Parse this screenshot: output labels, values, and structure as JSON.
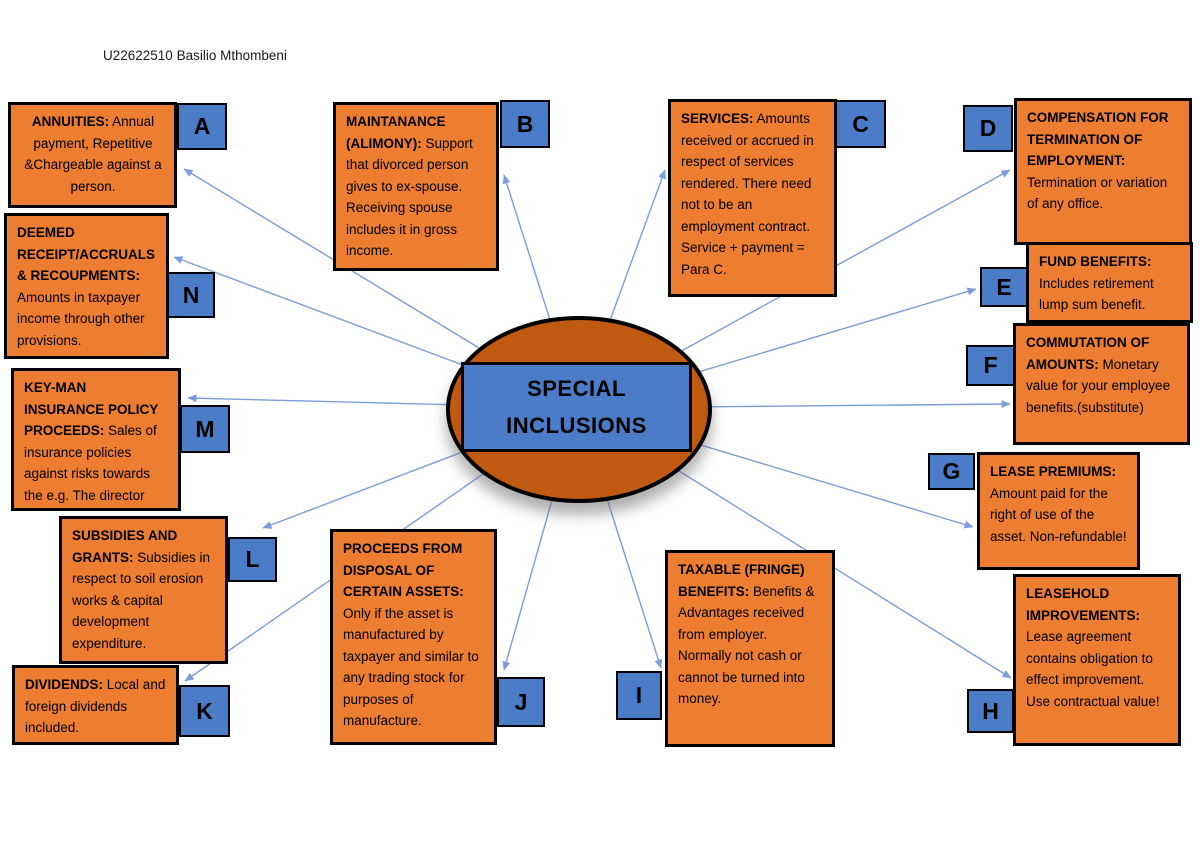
{
  "header": {
    "author": "U22622510 Basilio Mthombeni"
  },
  "center": {
    "line1": "SPECIAL",
    "line2": "INCLUSIONS"
  },
  "colors": {
    "node_orange": "#ED7D31",
    "label_blue": "#4A7CC7",
    "ellipse_orange": "#C05A11",
    "arrow_blue": "#7C9CD9",
    "border_black": "#000000"
  },
  "nodes": {
    "A": {
      "letter": "A",
      "title": "ANNUITIES:",
      "body": "Annual payment, Repetitive &Chargeable against a person."
    },
    "B": {
      "letter": "B",
      "title": "MAINTANANCE (ALIMONY):",
      "body": "Support that divorced person gives to ex-spouse. Receiving spouse includes it in gross income."
    },
    "C": {
      "letter": "C",
      "title": "SERVICES:",
      "body": "Amounts received or accrued in respect of services rendered. There need not to be an employment contract. Service + payment = Para C."
    },
    "D": {
      "letter": "D",
      "title": "COMPENSATION FOR TERMINATION OF EMPLOYMENT:",
      "body": "Termination or variation of any office."
    },
    "E": {
      "letter": "E",
      "title": "FUND BENEFITS:",
      "body": "Includes retirement lump sum benefit."
    },
    "F": {
      "letter": "F",
      "title": "COMMUTATION OF AMOUNTS:",
      "body": "Monetary value for your employee benefits.(substitute)"
    },
    "G": {
      "letter": "G",
      "title": "LEASE PREMIUMS:",
      "body": "Amount paid for the right of use of the asset. Non-refundable!"
    },
    "H": {
      "letter": "H",
      "title": "LEASEHOLD IMPROVEMENTS:",
      "body": "Lease agreement contains obligation to effect improvement. Use contractual value!"
    },
    "I": {
      "letter": "I",
      "title": "TAXABLE (FRINGE) BENEFITS:",
      "body": "Benefits & Advantages received from employer. Normally not cash or cannot be turned into money."
    },
    "J": {
      "letter": "J",
      "title": "PROCEEDS FROM DISPOSAL OF CERTAIN ASSETS:",
      "body": "Only if the asset is manufactured by taxpayer and similar to any trading stock for purposes of manufacture."
    },
    "K": {
      "letter": "K",
      "title": "DIVIDENDS:",
      "body": "Local and foreign dividends included."
    },
    "L": {
      "letter": "L",
      "title": "SUBSIDIES AND GRANTS:",
      "body": "Subsidies in respect to soil erosion works & capital development expenditure."
    },
    "M": {
      "letter": "M",
      "title": "KEY-MAN INSURANCE POLICY PROCEEDS:",
      "body": "Sales of insurance policies against risks towards the e.g. The director"
    },
    "N": {
      "letter": "N",
      "title": "DEEMED RECEIPT/ACCRUALS & RECOUPMENTS:",
      "body": "Amounts in taxpayer income through other provisions."
    }
  }
}
